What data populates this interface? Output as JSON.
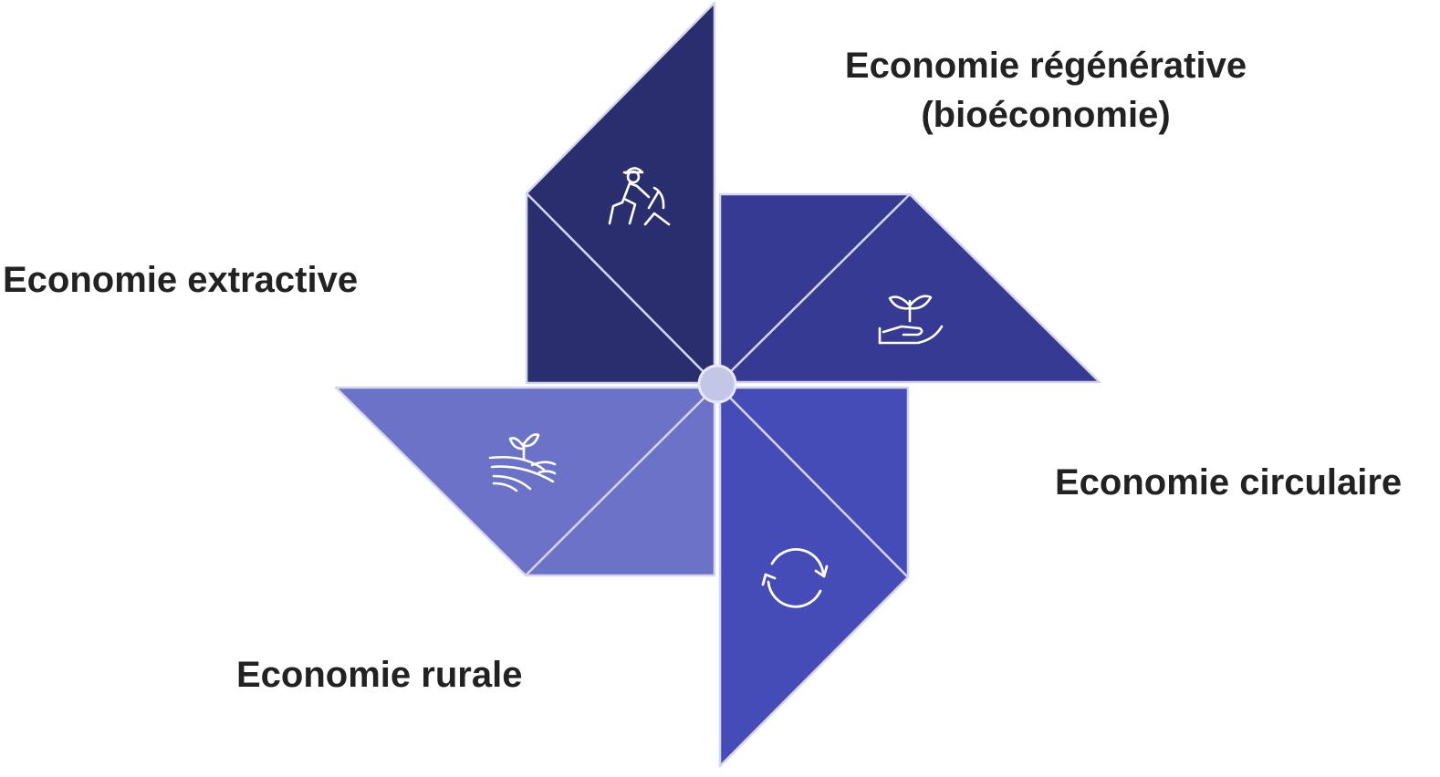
{
  "diagram": {
    "hub_color": "#c4c6e8",
    "outline_color": "#d4d6ee",
    "blades": [
      {
        "name": "extractive",
        "color": "#2b2e6e",
        "icon": "miner-pickaxe-icon"
      },
      {
        "name": "regenerative",
        "color": "#363a93",
        "icon": "seedling-in-hand-icon"
      },
      {
        "name": "circular",
        "color": "#454cb8",
        "icon": "circular-arrows-icon"
      },
      {
        "name": "rural",
        "color": "#6c72c7",
        "icon": "sprout-field-icon"
      }
    ]
  },
  "labels": {
    "regenerative": [
      "Economie régénérative",
      "(bioéconomie)"
    ],
    "extractive": "Economie extractive",
    "circular": "Economie circulaire",
    "rural": "Economie rurale"
  }
}
